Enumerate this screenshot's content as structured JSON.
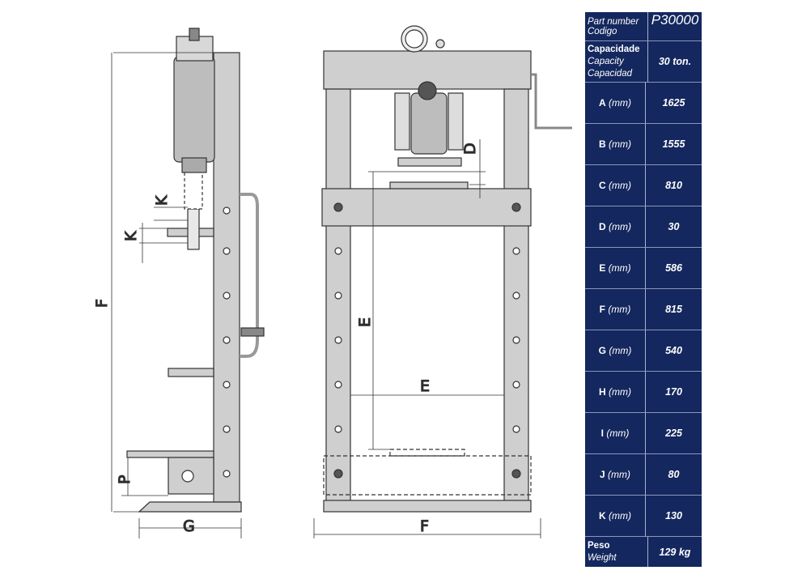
{
  "drawing": {
    "side_view_labels": {
      "F": "F",
      "G": "G",
      "P": "P",
      "K1": "K",
      "K2": "K"
    },
    "front_view_labels": {
      "D": "D",
      "E_vertical": "E",
      "E_horizontal": "E",
      "F": "F"
    }
  },
  "spec_table": {
    "part_number_label": "Part number",
    "codigo_label": "Codigo",
    "part_number": "P30000",
    "capacity_labels": [
      "Capacidade",
      "Capacity",
      "Capacidad"
    ],
    "capacity": "30 ton.",
    "unit": "(mm)",
    "rows": [
      {
        "key": "A",
        "value": "1625"
      },
      {
        "key": "B",
        "value": "1555"
      },
      {
        "key": "C",
        "value": "810"
      },
      {
        "key": "D",
        "value": "30"
      },
      {
        "key": "E",
        "value": "586"
      },
      {
        "key": "F",
        "value": "815"
      },
      {
        "key": "G",
        "value": "540"
      },
      {
        "key": "H",
        "value": "170"
      },
      {
        "key": "I",
        "value": "225"
      },
      {
        "key": "J",
        "value": "80"
      },
      {
        "key": "K",
        "value": "130"
      }
    ],
    "weight_labels": [
      "Peso",
      "Weight"
    ],
    "weight": "129 kg"
  }
}
